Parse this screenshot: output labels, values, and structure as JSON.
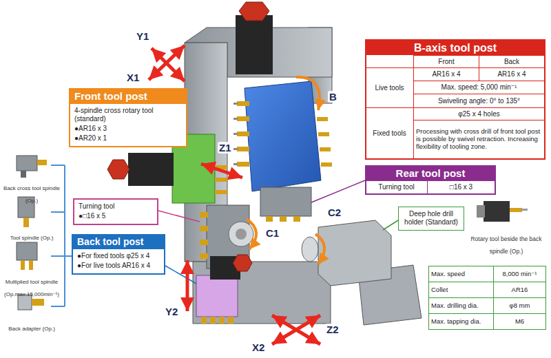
{
  "diagram": {
    "nodes": [
      {
        "text": [
          "Front tool post",
          "4-spindle cross rotary tool (standard)",
          "●AR16 x 3",
          "●AR20 x 1"
        ]
      },
      {
        "text": [
          "B-axis tool post"
        ]
      },
      {
        "text": [
          "Rear tool post"
        ]
      },
      {
        "text": [
          "Turning tool",
          "●□16 x 5"
        ]
      },
      {
        "text": [
          "Back tool post",
          "●For fixed tools φ25 x 4",
          "●For live tools AR16 x 4"
        ]
      },
      {
        "text": [
          "Deep hole drill holder (Standard)"
        ]
      }
    ],
    "labels": [
      "Y1",
      "X1",
      "B",
      "Z1",
      "C1",
      "C2",
      "Y2",
      "X2",
      "Z2",
      "Back cross tool spindle (Op.)",
      "Tool spindle (Op.)",
      "Multiplied tool spindle (Op.max.15,000min⁻¹)",
      "Back adapter (Op.)",
      "Rotary tool beside the back spindle (Op.)",
      "Front",
      "Back",
      "Live tools",
      "AR16 x 4",
      "AR16 x 4",
      "Max. speed: 5,000 min⁻¹",
      "Swiveling angle: 0° to 135°",
      "Fixed tools",
      "φ25 x 4 holes",
      "Processing with cross drill of front tool post is possible by swivel retraction. Increasing flexibility of tooling zone.",
      "Turning tool",
      "□16 x 3",
      "Max. speed",
      "8,000 min⁻¹",
      "Collet",
      "AR16",
      "Max. drilling dia.",
      "φ8 mm",
      "Max. tapping dia.",
      "M6"
    ]
  }
}
